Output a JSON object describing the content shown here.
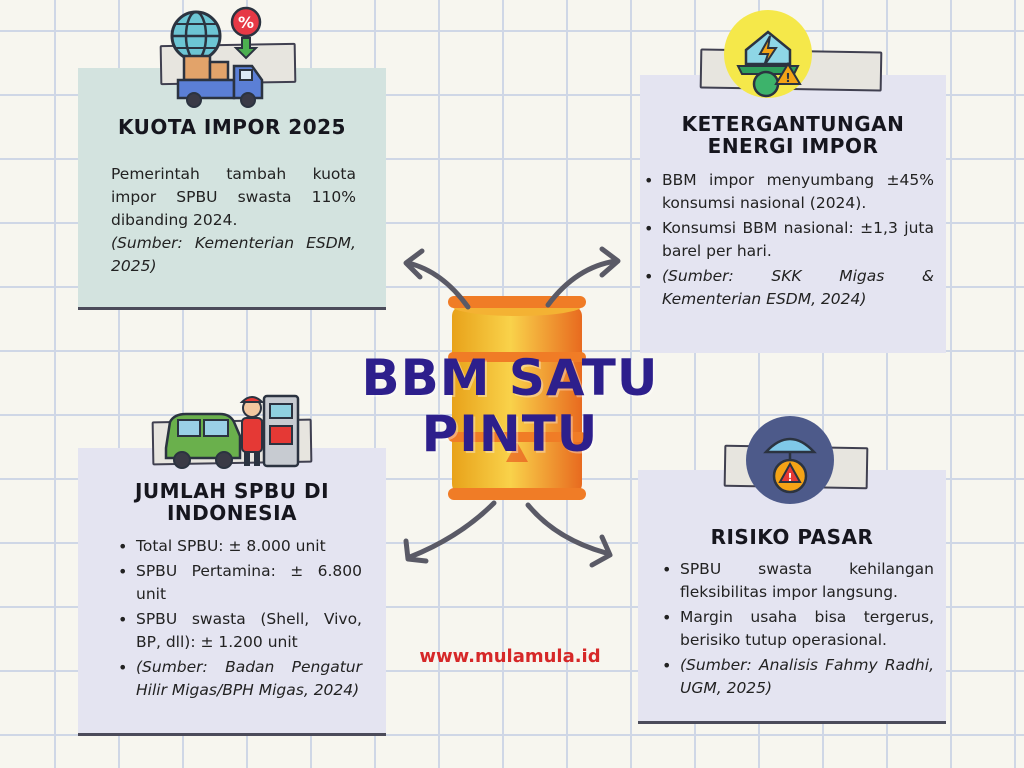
{
  "center": {
    "title_line1": "BBM SATU",
    "title_line2": "PINTU"
  },
  "website": "www.mulamula.id",
  "cards": {
    "kuota": {
      "title": "KUOTA IMPOR 2025",
      "text": "Pemerintah tambah kuota impor SPBU swasta 110% dibanding 2024.",
      "source": "(Sumber: Kementerian ESDM, 2025)",
      "icon": "globe-truck-discount-icon"
    },
    "ketergantungan": {
      "title_line1": "KETERGANTUNGAN",
      "title_line2": "ENERGI IMPOR",
      "bullets": [
        "BBM impor menyumbang ±45% konsumsi nasional (2024).",
        "Konsumsi BBM nasional: ±1,3 juta barel per hari.",
        "(Sumber: SKK Migas & Kementerian ESDM, 2024)"
      ],
      "icon": "energy-warning-icon"
    },
    "jumlah": {
      "title_line1": "JUMLAH SPBU DI",
      "title_line2": "INDONESIA",
      "bullets": [
        "Total SPBU: ± 8.000 unit",
        "SPBU Pertamina: ± 6.800 unit",
        "SPBU swasta (Shell, Vivo, BP, dll): ± 1.200 unit",
        "(Sumber: Badan Pengatur Hilir Migas/BPH Migas, 2024)"
      ],
      "icon": "gas-station-car-icon"
    },
    "risiko": {
      "title": "RISIKO PASAR",
      "bullets": [
        "SPBU swasta kehilangan fleksibilitas impor langsung.",
        "Margin usaha bisa tergerus, berisiko tutup operasional.",
        "(Sumber: Analisis Fahmy Radhi, UGM, 2025)"
      ],
      "icon": "umbrella-risk-icon"
    }
  },
  "colors": {
    "title_purple": "#2d1f8c",
    "website_red": "#d62828",
    "card_green": "#d3e3df",
    "card_lavender": "#e4e4f1",
    "barrel_orange": "#f0932b"
  }
}
